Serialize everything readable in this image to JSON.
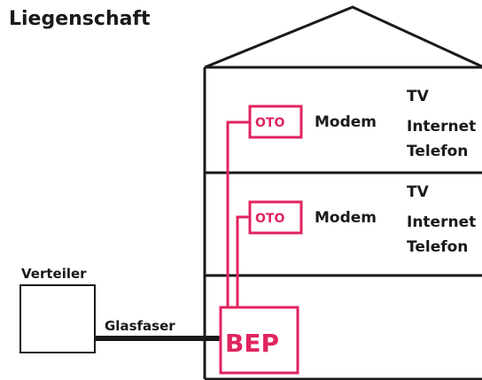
{
  "title": "Liegenschaft",
  "cabinet_label": "Verteiler",
  "fiber_label": "Glasfaser",
  "bep_label": "BEP",
  "floors": [
    {
      "oto_label": "OTO",
      "modem_label": "Modem",
      "services": [
        "TV",
        "Internet",
        "Telefon"
      ]
    },
    {
      "oto_label": "OTO",
      "modem_label": "Modem",
      "services": [
        "TV",
        "Internet",
        "Telefon"
      ]
    }
  ],
  "colors": {
    "outline": "#1a1a1a",
    "accent": "#e0245e",
    "background": "#ffffff"
  }
}
